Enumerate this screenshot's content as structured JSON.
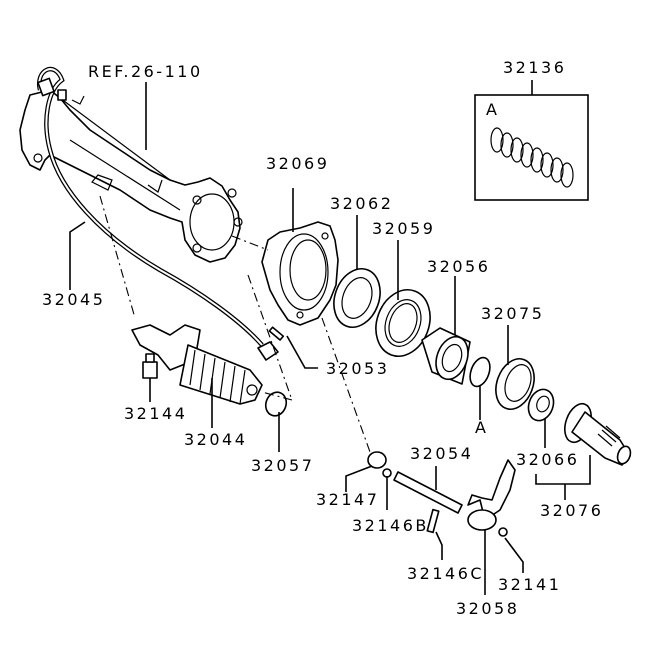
{
  "diagram": {
    "type": "exploded-parts-diagram",
    "labels": {
      "ref": "REF.26-110",
      "p32045": "32045",
      "p32136": "32136",
      "inset_A": "A",
      "p32069": "32069",
      "p32062": "32062",
      "p32059": "32059",
      "p32056": "32056",
      "p32075": "32075",
      "p32053": "32053",
      "callout_A": "A",
      "p32144": "32144",
      "p32044": "32044",
      "p32057": "32057",
      "p32066": "32066",
      "p32054": "32054",
      "p32147": "32147",
      "p32146B": "32146B",
      "p32076": "32076",
      "p32146C": "32146C",
      "p32141": "32141",
      "p32058": "32058"
    },
    "colors": {
      "line": "#000000",
      "background": "#ffffff"
    }
  }
}
